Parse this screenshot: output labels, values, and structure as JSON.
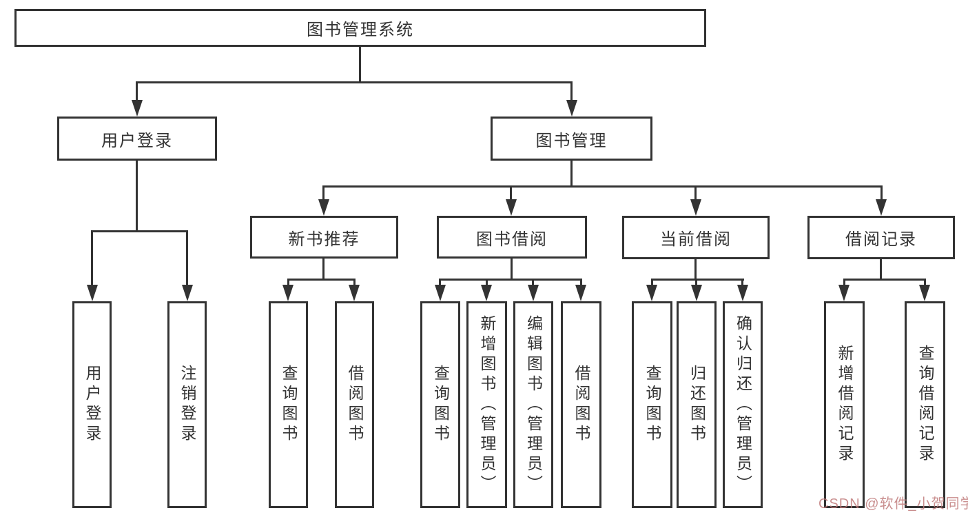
{
  "diagram": {
    "root": {
      "label": "图书管理系统"
    },
    "level2": {
      "user_login": {
        "label": "用户登录"
      },
      "book_mgmt": {
        "label": "图书管理"
      }
    },
    "level3": {
      "new_book": {
        "label": "新书推荐"
      },
      "book_borrow": {
        "label": "图书借阅"
      },
      "current_borrow": {
        "label": "当前借阅"
      },
      "borrow_record": {
        "label": "借阅记录"
      }
    },
    "leaves": {
      "user_login_1": "用户登录",
      "user_login_2": "注销登录",
      "new_book_1": "查询图书",
      "new_book_2": "借阅图书",
      "book_borrow_1": "查询图书",
      "book_borrow_2": "新增图书（管理员）",
      "book_borrow_3": "编辑图书（管理员）",
      "book_borrow_4": "借阅图书",
      "current_borrow_1": "查询图书",
      "current_borrow_2": "归还图书",
      "current_borrow_3": "确认归还（管理员）",
      "borrow_record_1": "新增借阅记录",
      "borrow_record_2": "查询借阅记录"
    },
    "watermark": "CSDN @软件_小贺同学",
    "colors": {
      "line": "#333333",
      "box_fill": "#ffffff",
      "watermark": "#c07a7a"
    }
  }
}
